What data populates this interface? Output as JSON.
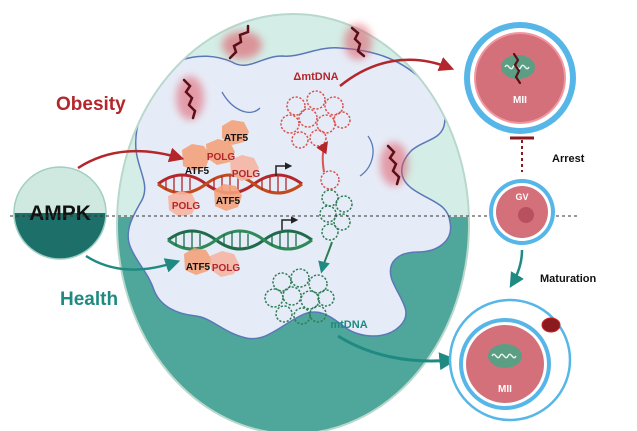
{
  "labels": {
    "obesity": "Obesity",
    "health": "Health",
    "ampk": "AMPK",
    "delta_mtdna": "ΔmtDNA",
    "mtdna": "mtDNA",
    "arrest": "Arrest",
    "maturation": "Maturation",
    "gv": "GV",
    "mii_top": "MII",
    "mii_bottom": "MII",
    "atf5": "ATF5",
    "polg": "POLG"
  },
  "colors": {
    "obesity_red": "#b3262b",
    "health_teal": "#1f8a82",
    "cell_top": "#d4ede6",
    "cell_bottom": "#4ea79a",
    "cytoplasm": "#e6ecf7",
    "oocyte_pink": "#d4707a",
    "zona_blue": "#57b6e8",
    "mito_green": "#5c9e84"
  },
  "icons": [
    "dna-helix-icon",
    "mitochondrion-icon",
    "mtdna-circle-icon",
    "promoter-arrow-icon",
    "inhibition-bar-icon"
  ]
}
